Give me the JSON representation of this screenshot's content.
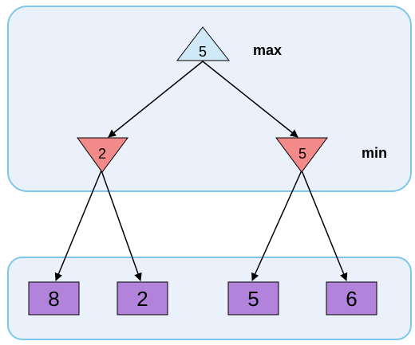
{
  "levels": {
    "max_label": "max",
    "min_label": "min"
  },
  "tree": {
    "root": {
      "value": "5",
      "type": "max-node"
    },
    "min_nodes": [
      {
        "value": "2"
      },
      {
        "value": "5"
      }
    ],
    "leaves": [
      {
        "value": "8"
      },
      {
        "value": "2"
      },
      {
        "value": "5"
      },
      {
        "value": "6"
      }
    ]
  },
  "colors": {
    "panel_fill": "#ebf1fb",
    "panel_stroke": "#7cc7ec",
    "max_node_fill": "#cfe9f8",
    "min_node_fill": "#f28a8a",
    "leaf_fill": "#b283db",
    "edge": "#000000"
  }
}
